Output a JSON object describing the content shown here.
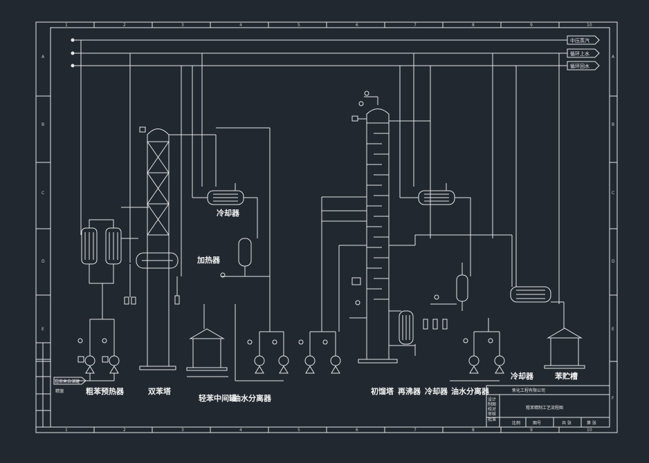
{
  "drawing": {
    "background": "#212830",
    "line_color": "#e8e8e8",
    "columns": [
      "1",
      "2",
      "3",
      "4",
      "5",
      "6",
      "7",
      "8",
      "9",
      "10"
    ],
    "rows": [
      "A",
      "B",
      "C",
      "D",
      "E",
      "F"
    ]
  },
  "utility_lines": {
    "steam": "中压蒸汽",
    "cw_supply": "循环上水",
    "cw_return": "循环回水"
  },
  "feed_label": "粗苯来自储罐",
  "drain_label": "精馏",
  "equipment": {
    "preheater": "粗苯预热器",
    "debenzol_tower": "双苯塔",
    "cooler_1": "冷却器",
    "heater": "加热器",
    "mid_tank": "轻苯中间罐",
    "oil_water_sep_1": "油水分离器",
    "fractionator": "初馏塔",
    "reboiler": "再沸器",
    "cooler_2": "冷却器",
    "oil_water_sep_2": "油水分离器",
    "cooler_3": "冷却器",
    "product_tank": "苯贮槽"
  },
  "title_block": {
    "company": "焦化工程有限公司",
    "drawing_title": "粗苯精制工艺流程图",
    "row_labels": [
      "设计",
      "制图",
      "校对",
      "审核",
      "批准"
    ],
    "bottom_fields": [
      "比例",
      "图号",
      "共 张",
      "第 张"
    ]
  }
}
